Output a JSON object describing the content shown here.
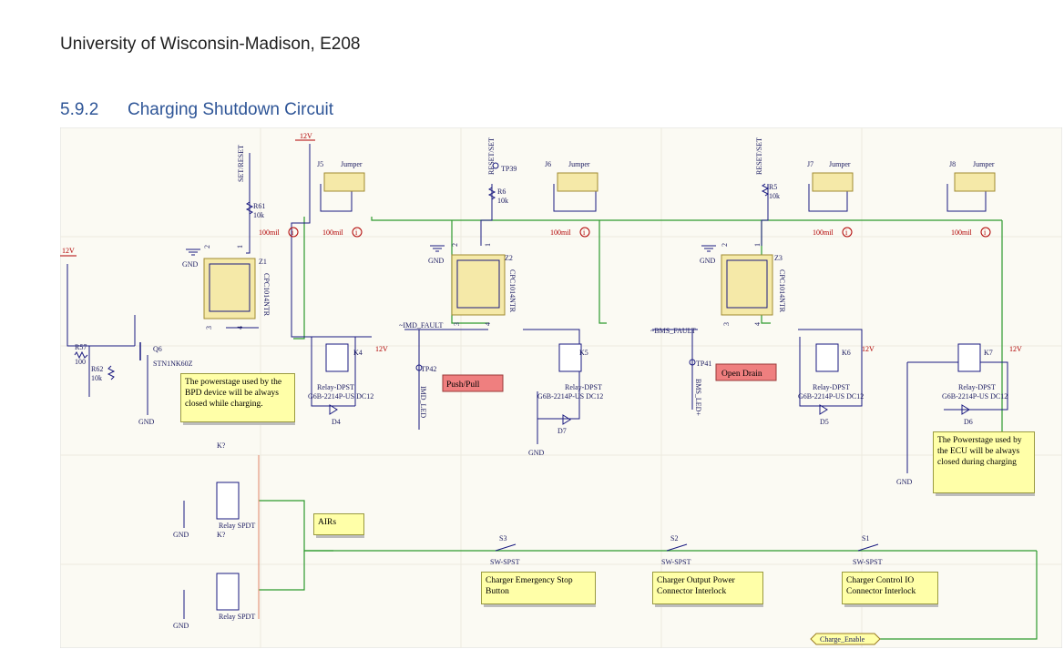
{
  "document": {
    "header": "University of Wisconsin-Madison, E208",
    "section_number": "5.9.2",
    "section_title": "Charging Shutdown Circuit"
  },
  "schematic": {
    "colors": {
      "wire_blue": "#1a1a80",
      "wire_green": "#2d9a2d",
      "part_yellow": "#f5e9a8",
      "note_yellow": "#ffffa8",
      "tag_red": "#ef7f7f",
      "net_red": "#8a1a3a"
    },
    "power": {
      "v12": "12V",
      "gnd": "GND"
    },
    "nets": {
      "reset_1": "SET/RESET",
      "reset_2": "RESET/SET",
      "reset_3": "RESET/SET",
      "imd_fault": "~IMD_FAULT",
      "bms_fault": "~BMS_FAULT",
      "imd_led": "IMD_LED",
      "bms_led": "BMS_LED+",
      "charge_enable": "Charge_Enable"
    },
    "testpoints": {
      "tp39": "TP39",
      "tp42": "TP42",
      "tp41": "TP41"
    },
    "resistors": {
      "r61": {
        "ref": "R61",
        "val": "10k"
      },
      "r6": {
        "ref": "R6",
        "val": "10k"
      },
      "r5": {
        "ref": "R5",
        "val": "10k"
      },
      "r57": {
        "ref": "R57",
        "val": "100"
      },
      "r62": {
        "ref": "R62",
        "val": "10k"
      }
    },
    "mosfet": {
      "ref": "Q6",
      "part": "STN1NK60Z"
    },
    "ssr": {
      "z1": "Z1",
      "z2": "Z2",
      "z3": "Z3",
      "part": "CPC1014NTR",
      "pin1": "1",
      "pin2": "2",
      "pin3": "3",
      "pin4": "4"
    },
    "jumpers": [
      {
        "ref": "J5",
        "name": "Jumper"
      },
      {
        "ref": "J6",
        "name": "Jumper"
      },
      {
        "ref": "J7",
        "name": "Jumper"
      },
      {
        "ref": "J8",
        "name": "Jumper"
      }
    ],
    "trace_width": "100mil",
    "trace_marker": "i",
    "relays": {
      "k4": "K4",
      "k5": "K5",
      "k6": "K6",
      "k7": "K7",
      "dpst_name": "Relay-DPST",
      "dpst_part": "G6B-2214P-US DC12",
      "kq": "K?",
      "spdt_name": "Relay SPDT"
    },
    "diodes": {
      "d4": "D4",
      "d7": "D7",
      "d5": "D5",
      "d6": "D6"
    },
    "switches": [
      {
        "ref": "S3",
        "part": "SW-SPST"
      },
      {
        "ref": "S2",
        "part": "SW-SPST"
      },
      {
        "ref": "S1",
        "part": "SW-SPST"
      }
    ],
    "tags": {
      "push_pull": "Push/Pull",
      "open_drain": "Open Drain",
      "airs": "AIRs"
    },
    "notes": {
      "bpd": "The powerstage used by the BPD device will be always closed while charging.",
      "ecu": "The Powerstage used by the ECU will be always closed during charging",
      "estop": "Charger Emergency Stop Button",
      "output_power": "Charger Output Power Connector Interlock",
      "control_io": "Charger Control IO Connector Interlock"
    }
  }
}
